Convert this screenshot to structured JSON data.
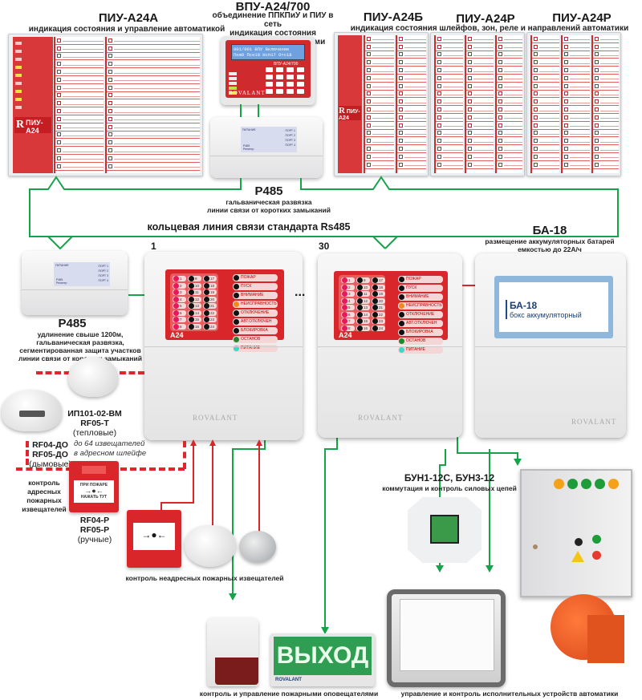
{
  "top": {
    "piu_a24a": {
      "title": "ПИУ-А24А",
      "subtitle": "индикация состояния и управление автоматикой"
    },
    "vpu": {
      "title": "ВПУ-А24/700",
      "subtitle_lines": [
        "объединение ППКПиУ и ПИУ в сеть",
        "индикация состояния",
        "и управление элементами ППКПиУ"
      ],
      "lcd_line1": "001/001 ВПУ Включение",
      "lcd_line2": "Пож0 Пск10 Нсп17 Отс18",
      "model_label": "ВПУ-А24/700",
      "brand": "ROVALANT"
    },
    "piu_a24b": {
      "title": "ПИУ-А24Б"
    },
    "piu_a24r_1": {
      "title": "ПИУ-А24Р"
    },
    "piu_a24r_2": {
      "title": "ПИУ-А24Р"
    },
    "piu_shared_subtitle": "индикация состояния шлейфов, зон, реле и направлений автоматики ППКПиУ",
    "piu_panel_label": "ПИУ-А24"
  },
  "p485_top": {
    "title": "Р485",
    "lines": [
      "гальваническая развязка",
      "линии связи от коротких замыканий"
    ],
    "device_label": "Р485 Репитер"
  },
  "ring": {
    "label": "кольцевая линия связи стандарта Rs485"
  },
  "p485_left": {
    "title": "Р485",
    "lines": [
      "удлинение свыше 1200м,",
      "гальваническая развязка,",
      "сегментированная защита участков",
      "линии связи от коротких замыканий"
    ],
    "device_label": "Р485 Репитер"
  },
  "repeater_labels": {
    "power": "ПИТАНИЕ",
    "ports": [
      "ПОРТ 1",
      "ПОРТ 2",
      "ПОРТ 3",
      "ПОРТ 4"
    ]
  },
  "panels": [
    {
      "number": "1",
      "model": "A24",
      "brand": "ROVALANT"
    },
    {
      "number": "30",
      "model": "A24",
      "brand": "ROVALANT"
    }
  ],
  "panel_ellipsis": "...",
  "panel_zones": [
    "1",
    "2",
    "3",
    "4",
    "5",
    "6",
    "7",
    "8",
    "9",
    "10",
    "11",
    "12",
    "13",
    "14",
    "15",
    "16",
    "17",
    "18",
    "19",
    "20",
    "21",
    "22",
    "23",
    "24"
  ],
  "panel_status": [
    "ПОЖАР",
    "ПУСК",
    "ВНИМАНИЕ",
    "НЕИСПРАВНОСТЬ",
    "ОТКЛЮЧЕНИЕ",
    "АВТ.ОТКЛЮЧЕН",
    "БЛОКИРОВКА",
    "ОСТАНОВ",
    "ПИТАНИЕ"
  ],
  "ba18": {
    "title": "БА-18",
    "lines": [
      "размещение аккумуляторных батарей",
      "емкостью до 22А/ч"
    ],
    "box_title": "БА-18",
    "box_subtitle": "бокс аккумуляторный",
    "brand": "ROVALANT"
  },
  "detectors": {
    "heat": {
      "model1": "ИП101-02-ВМ",
      "model2": "RF05-Т",
      "type": "(тепловые)"
    },
    "smoke": {
      "model1": "RF04-ДО",
      "model2": "RF05-ДО",
      "type": "(дымовые)"
    },
    "address_note": [
      "до 64 извещателей",
      "в адресном шлейфе"
    ],
    "manual": {
      "model1": "RF04-Р",
      "model2": "RF05-Р",
      "type": "(ручные)",
      "face_text": "ПРИ ПОЖАРЕ",
      "face_sub": "НАЖАТЬ ТУТ"
    },
    "address_caption": [
      "контроль",
      "адресных",
      "пожарных",
      "извещателей"
    ],
    "nonaddress_caption": "контроль неадресных пожарных извещателей"
  },
  "bun": {
    "title": "БУН1-12С, БУН3-12",
    "subtitle": "коммутация и контроль силовых цепей"
  },
  "exit_sign": {
    "text": "ВЫХОД",
    "brand": "ROVALANT"
  },
  "captions": {
    "alarms": "контроль и управление пожарными оповещателями",
    "automation": "управление и контроль исполнительных устройств автоматики"
  },
  "colors": {
    "line_green": "#16a34a",
    "line_red": "#d9262a",
    "panel_red": "#d8262b",
    "exit_green": "#2f9e52"
  }
}
